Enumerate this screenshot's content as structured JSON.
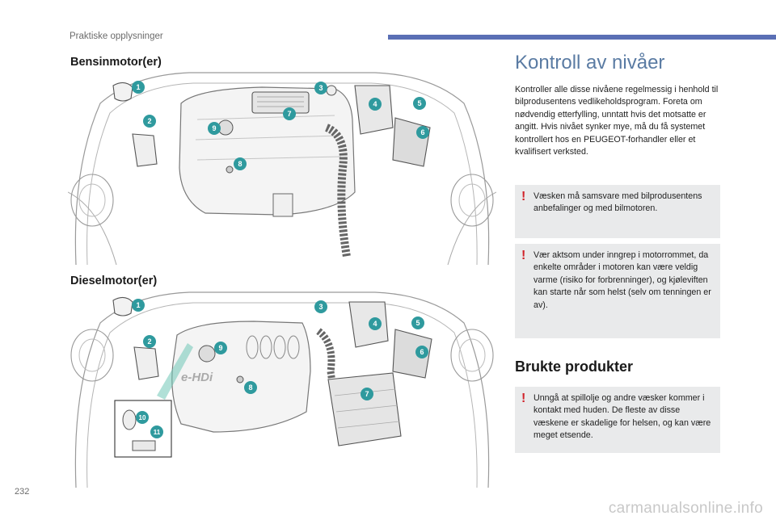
{
  "header": {
    "label": "Praktiske opplysninger",
    "accent_color": "#5a6fb5"
  },
  "left": {
    "petrol_title": "Bensinmotor(er)",
    "diesel_title": "Dieselmotor(er)",
    "petrol_markers": [
      "1",
      "2",
      "3",
      "4",
      "5",
      "6",
      "7",
      "8",
      "9"
    ],
    "diesel_markers": [
      "1",
      "2",
      "3",
      "4",
      "5",
      "6",
      "7",
      "8",
      "9",
      "10",
      "11"
    ],
    "engine_badge": "e-HDi",
    "marker_color": "#2f9a9e"
  },
  "right": {
    "title": "Kontroll av nivåer",
    "intro": "Kontroller alle disse nivåene regelmessig i henhold til bilprodusentens vedlikeholdsprogram. Foreta om nødvendig etterfylling, unntatt hvis det motsatte er angitt. Hvis nivået synker mye, må du få systemet kontrollert hos en PEUGEOT-forhandler eller et kvalifisert verksted.",
    "warning1": "Væsken må samsvare med bilprodusentens anbefalinger og med bilmotoren.",
    "warning2": "Vær aktsom under inngrep i motorrommet, da enkelte områder i motoren kan være veldig varme (risiko for forbrenninger), og kjøleviften kan starte når som helst (selv om tenningen er av).",
    "subtitle": "Brukte produkter",
    "warning3": "Unngå at spillolje og andre væsker kommer i kontakt med huden. De fleste av disse væskene er skadelige for helsen, og kan være meget etsende.",
    "warn_symbol": "!",
    "title_color": "#5a7ba3"
  },
  "footer": {
    "page_number": "232",
    "watermark": "carmanualsonline.info"
  }
}
